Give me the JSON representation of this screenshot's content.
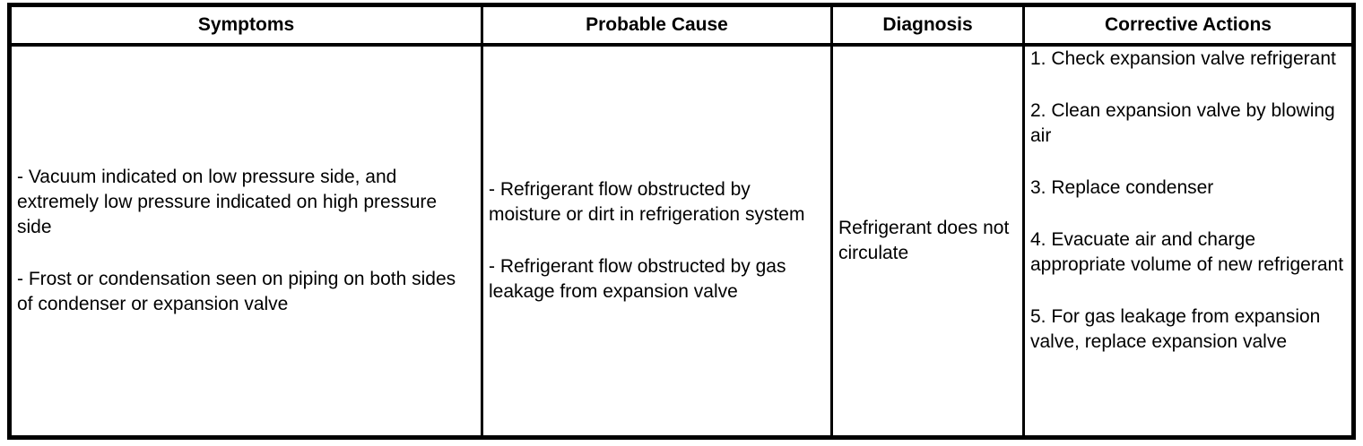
{
  "colors": {
    "border": "#000000",
    "text": "#000000",
    "background": "#ffffff"
  },
  "table": {
    "headers": {
      "symptoms": "Symptoms",
      "probable_cause": "Probable Cause",
      "diagnosis": "Diagnosis",
      "corrective_actions": "Corrective Actions"
    },
    "row": {
      "symptoms": [
        "- Vacuum indicated on low pressure side, and extremely low pressure indicated on high pressure side",
        "- Frost or condensation seen on piping on both sides of condenser or expansion valve"
      ],
      "probable_causes": [
        "- Refrigerant flow obstructed by moisture or dirt in refrigeration system",
        "- Refrigerant flow obstructed by gas leakage from expansion valve"
      ],
      "diagnosis": "Refrigerant does not circulate",
      "corrective_actions": [
        "1. Check expansion valve refrigerant",
        "2. Clean expansion valve by blowing air",
        "3. Replace condenser",
        "4. Evacuate air and charge appropriate volume of new refrigerant",
        "5. For gas leakage from expansion valve, replace expansion valve"
      ]
    }
  }
}
